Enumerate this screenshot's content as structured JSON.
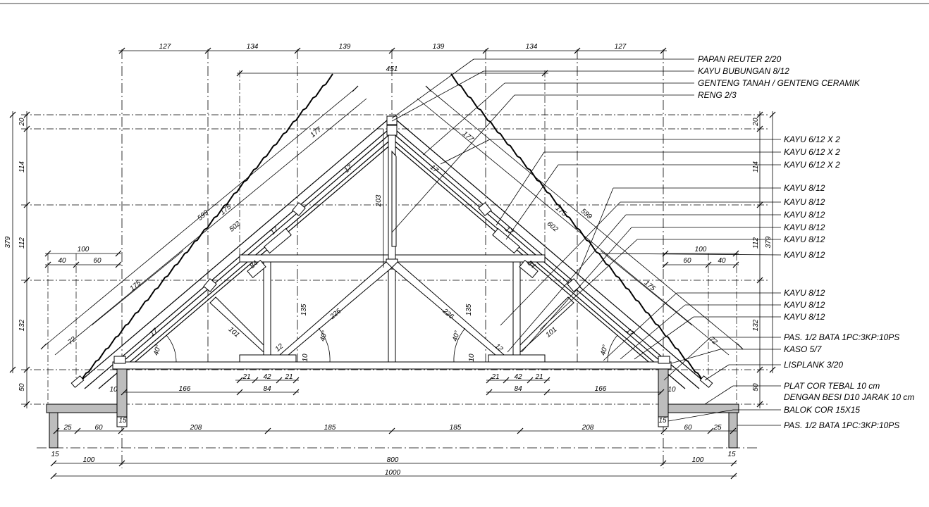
{
  "labels": [
    "PAPAN REUTER 2/20",
    "KAYU BUBUNGAN 8/12",
    "GENTENG TANAH / GENTENG CERAMIK",
    "RENG 2/3",
    "KAYU 6/12 X 2",
    "KAYU 6/12 X 2",
    "KAYU 6/12 X 2",
    "KAYU 8/12",
    "KAYU 8/12",
    "KAYU 8/12",
    "KAYU 8/12",
    "KAYU 8/12",
    "KAYU 8/12",
    "KAYU 8/12",
    "KAYU 8/12",
    "KAYU 8/12",
    "PAS. 1/2 BATA 1PC:3KP:10PS",
    "KASO 5/7",
    "LISPLANK 3/20",
    "PLAT COR TEBAL 10 cm",
    "DENGAN BESI D10 JARAK 10 cm",
    "BALOK COR 15X15",
    "PAS. 1/2 BATA 1PC:3KP:10PS"
  ],
  "dims": {
    "top_row": [
      "127",
      "134",
      "139",
      "139",
      "134",
      "127"
    ],
    "top_span": "451",
    "left_vert": [
      "20",
      "114",
      "112",
      "132",
      "50"
    ],
    "left_total": "379",
    "right_vert": [
      "20",
      "114",
      "112",
      "132",
      "50"
    ],
    "right_total": "379",
    "left_overhang": [
      "100",
      "40",
      "60"
    ],
    "right_overhang": [
      "100",
      "60",
      "40"
    ],
    "rafter_left": [
      "599",
      "502",
      "177",
      "175",
      "175",
      "72",
      "17",
      "17",
      "17"
    ],
    "rafter_right": [
      "599",
      "602",
      "177",
      "175",
      "175",
      "72",
      "17",
      "17",
      "17"
    ],
    "king_post": "203",
    "struts": [
      "226",
      "226",
      "101",
      "101",
      "135",
      "135",
      "84",
      "84",
      "12",
      "12",
      "10",
      "10"
    ],
    "angles": [
      "40°",
      "40°",
      "40°",
      "40°"
    ],
    "bottom_small": [
      "21",
      "42",
      "21",
      "84",
      "21",
      "42",
      "21",
      "84"
    ],
    "bottom_166": [
      "166",
      "166",
      "10",
      "10"
    ],
    "bottom_row": [
      "25",
      "60",
      "208",
      "185",
      "185",
      "208",
      "60",
      "25"
    ],
    "base_15": [
      "15",
      "15",
      "15",
      "15"
    ],
    "bottom_totals": [
      "100",
      "800",
      "100",
      "1000"
    ]
  }
}
